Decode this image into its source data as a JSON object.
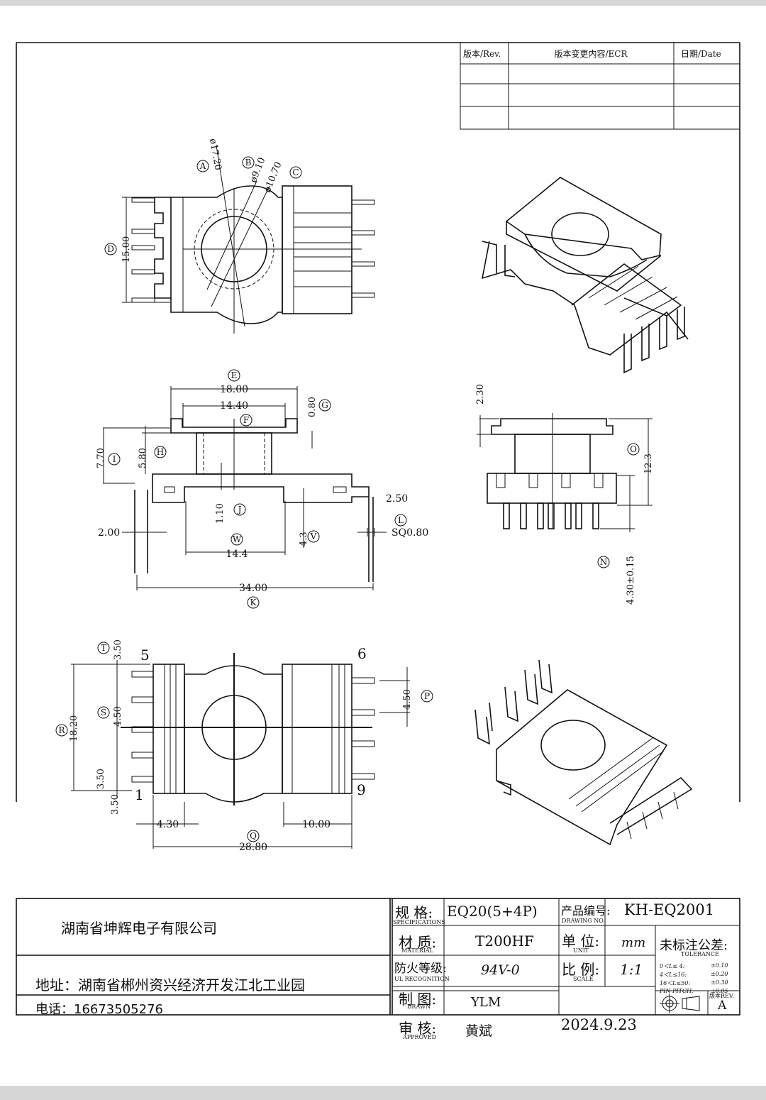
{
  "revision_table": {
    "headers": [
      "版本/Rev.",
      "版本变更内容/ECR",
      "日期/Date"
    ]
  },
  "drawing": {
    "top_view": {
      "dims": {
        "a_label": "A",
        "a_value": "ø17.20",
        "b_label": "B",
        "b_value": "ø9.10",
        "c_label": "C",
        "c_value": "ø10.70",
        "d_label": "D",
        "d_value": "15.00"
      }
    },
    "side_view": {
      "dims": {
        "e_label": "E",
        "e_value": "18.00",
        "f_label": "F",
        "f_value": "14.40",
        "g_label": "G",
        "g_value": "0.80",
        "h_label": "H",
        "h_value": "5.80",
        "i_label": "I",
        "i_value": "7.70",
        "j_label": "J",
        "j_value": "1.10",
        "w_label": "W",
        "w_value": "14.4",
        "v_label": "V",
        "v_value": "4.3",
        "l_label": "L",
        "l_value": "SQ0.80",
        "pin_offset": "2.50",
        "left_offset": "2.00",
        "k_label": "K",
        "k_value": "34.00"
      }
    },
    "front_view": {
      "dims": {
        "top": "2.30",
        "o_label": "O",
        "o_value": "12.3",
        "n_label": "N",
        "n_value": "4.30±0.15"
      }
    },
    "bottom_view": {
      "pins": [
        "5",
        "6",
        "1",
        "9"
      ],
      "dims": {
        "t_label": "T",
        "t_value": "3.50",
        "s_label": "S",
        "s_value": "4.50",
        "r_label": "R",
        "r_value": "18.20",
        "p_label": "P",
        "p_value": "4.50",
        "pitch_a": "3.50",
        "pitch_b": "3.50",
        "left": "4.30",
        "right": "10.00",
        "q_label": "Q",
        "q_value": "28.80"
      }
    }
  },
  "title_block": {
    "company": "湖南省坤辉电子有限公司",
    "address": "地址：湖南省郴州资兴经济开发江北工业园",
    "phone": "电话：16673505276",
    "spec_label": "规 格:",
    "spec_sub": "SPECIFICATIONS",
    "spec_value": "EQ20(5+4P)",
    "material_label": "材 质:",
    "material_sub": "MATERIAL",
    "material_value": "T200HF",
    "fire_label": "防火等级:",
    "fire_sub": "UL RECOGNITION",
    "fire_value": "94V-0",
    "drawn_label": "制 图:",
    "drawn_sub": "DRAWN",
    "drawn_value": "YLM",
    "approved_label": "审 核:",
    "approved_sub": "APPROVED",
    "approved_value": "黄斌",
    "product_label": "产品编号:",
    "product_sub": "DRAWING NO.",
    "product_value": "KH-EQ2001",
    "unit_label": "单 位:",
    "unit_sub": "UNIT",
    "unit_value": "mm",
    "scale_label": "比 例:",
    "scale_sub": "SCALE",
    "scale_value": "1:1",
    "date_value": "2024.9.23",
    "tolerance_title": "未标注公差:",
    "tolerance_sub": "TOLERANCE",
    "tolerances": [
      {
        "range": "0＜L≤ 4:",
        "value": "±0.10"
      },
      {
        "range": "4＜L≤16:",
        "value": "±0.20"
      },
      {
        "range": "16＜L≤50:",
        "value": "±0.30"
      },
      {
        "range": "PIN PITCH:",
        "value": "±0.05"
      }
    ],
    "rev_label": "版本REV.",
    "rev_value": "A"
  }
}
